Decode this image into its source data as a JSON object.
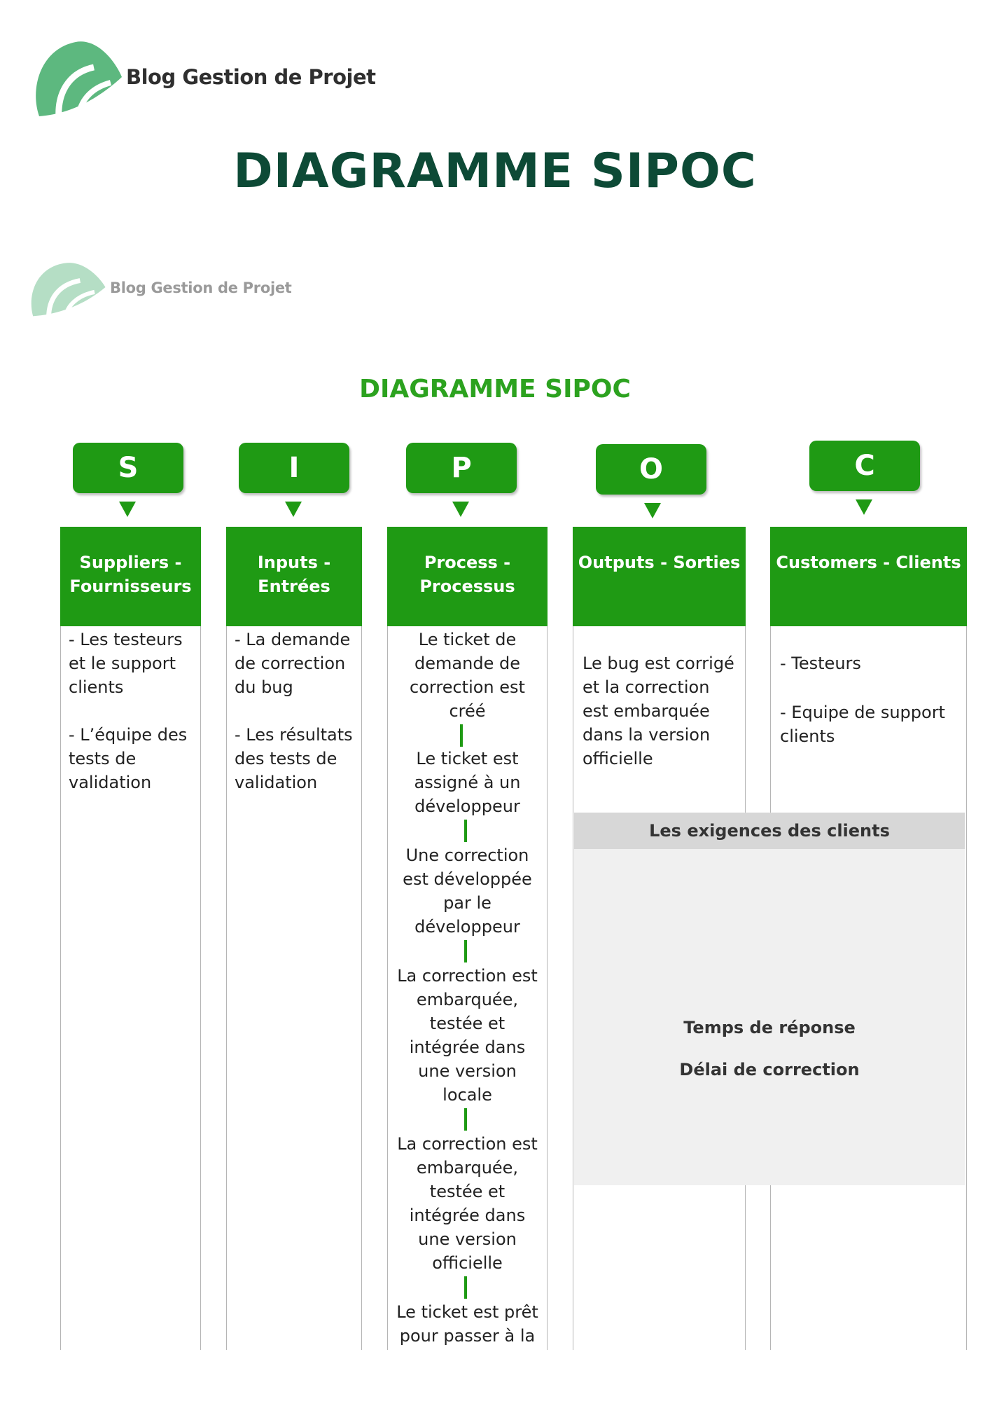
{
  "brand": {
    "name": "Blog Gestion de Projet",
    "logo_color": "#58b67c",
    "title_color": "#0d4a36",
    "accent": "#1f9a14"
  },
  "title": "DIAGRAMME SIPOC",
  "inner": {
    "brand": "Blog Gestion de Projet",
    "title": "DIAGRAMME SIPOC"
  },
  "columns": [
    {
      "letter": "S",
      "header": "Suppliers -\nFournisseurs",
      "items": [
        "- Les testeurs\net le support\nclients",
        "- L’équipe des\ntests de\nvalidation"
      ]
    },
    {
      "letter": "I",
      "header": "Inputs -\nEntrées",
      "items": [
        "- La demande\nde correction\ndu bug",
        "- Les résultats\ndes tests de\nvalidation"
      ]
    },
    {
      "letter": "P",
      "header": "Process -\nProcessus",
      "steps": [
        "Le ticket de\ndemande de\ncorrection est\ncréé",
        "Le ticket est\nassigné à un\ndéveloppeur",
        "Une correction\nest développée\npar le\ndéveloppeur",
        "La correction est\nembarquée,\ntestée et\nintégrée dans\nune version\nlocale",
        "La correction est\nembarquée,\ntestée et\nintégrée dans\nune version\nofficielle",
        "Le ticket est prêt\npour passer à la"
      ]
    },
    {
      "letter": "O",
      "header": "Outputs - Sorties",
      "items": [
        "Le bug est corrigé\net la correction\nest embarquée\ndans la version\nofficielle"
      ]
    },
    {
      "letter": "C",
      "header": "Customers - Clients",
      "items": [
        "- Testeurs",
        "- Equipe de support\nclients"
      ]
    }
  ],
  "requirements": {
    "header": "Les exigences des clients",
    "lines": [
      "Temps de réponse",
      "Délai de correction"
    ]
  }
}
